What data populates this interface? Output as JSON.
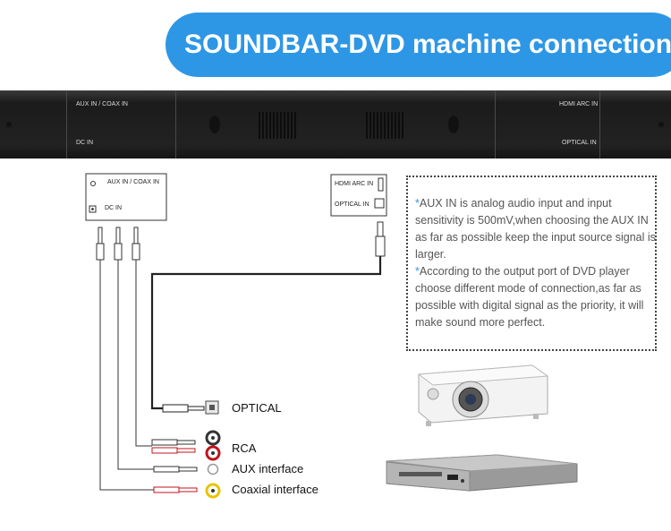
{
  "title": "SOUNDBAR-DVD machine connection",
  "soundbar": {
    "aux_coax_in": "AUX IN / COAX IN",
    "dc_in": "DC IN",
    "hdmi_arc_in": "HDMI ARC IN",
    "optical_in": "OPTICAL IN"
  },
  "left_panel": {
    "aux_coax_in": "AUX IN / COAX IN",
    "dc_in": "DC IN"
  },
  "right_panel": {
    "hdmi_arc_in": "HDMI ARC IN",
    "optical_in": "OPTICAL IN"
  },
  "note": {
    "star": "*",
    "para1": "AUX IN is analog audio input and input sensitivity is 500mV,when choosing the AUX IN as far as possible keep the input source signal is larger.",
    "para2": "According to the output port of DVD player choose different mode of connection,as far as possible with digital signal as the priority, it will make sound more perfect."
  },
  "connections": {
    "optical": "OPTICAL",
    "rca": "RCA",
    "aux": "AUX interface",
    "coaxial": "Coaxial interface"
  },
  "colors": {
    "banner": "#2e97e5",
    "rca_red": "#c0141c",
    "coax_yellow": "#e8c400"
  }
}
